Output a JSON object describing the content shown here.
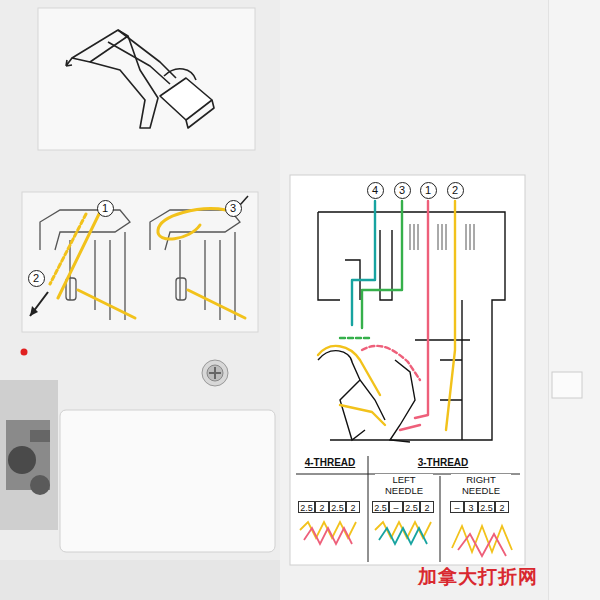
{
  "diagram": {
    "labels": [
      "1",
      "2",
      "3",
      "4",
      "3",
      "1",
      "2",
      "4-THREAD",
      "3-THREAD",
      "LEFT NEEDLE",
      "RIGHT NEEDLE",
      "2.5",
      "2",
      "2.5",
      "2",
      "2.5",
      "–",
      "2.5",
      "2",
      "–",
      "3",
      "2.5",
      "2",
      "加拿大打折网"
    ]
  }
}
